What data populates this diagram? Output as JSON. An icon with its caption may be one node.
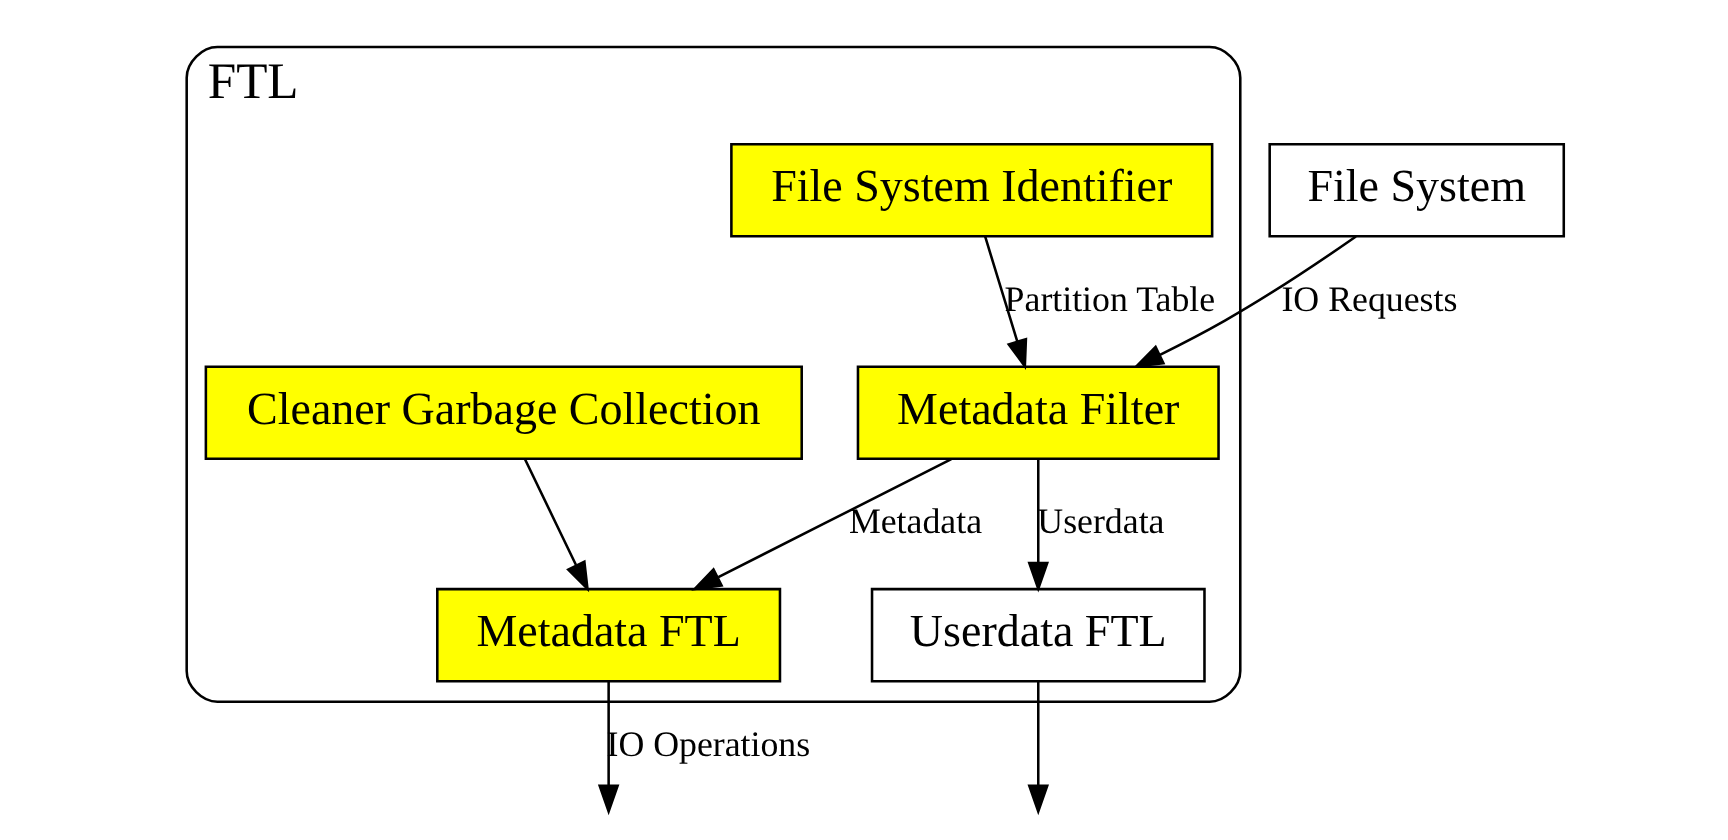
{
  "diagram": {
    "nodes": [
      {
        "text": [
          "FTL"
        ]
      },
      {
        "text": [
          "File System"
        ]
      },
      {
        "text": [
          "File System Identifier"
        ],
        "in": 0
      },
      {
        "text": [
          "Metadata Filter"
        ],
        "in": 0
      },
      {
        "text": [
          "Cleaner Garbage Collection"
        ],
        "in": 0
      },
      {
        "text": [
          "Metadata FTL"
        ],
        "in": 0
      },
      {
        "text": [
          "Userdata FTL"
        ],
        "in": 0
      }
    ],
    "edges": [
      {
        "from": 1,
        "to": 3,
        "arrow": "to",
        "label": "IO Requests"
      },
      {
        "from": 2,
        "to": 3,
        "arrow": "to",
        "label": "Partition Table"
      },
      {
        "from": 3,
        "to": 5,
        "arrow": "to",
        "label": "Metadata"
      },
      {
        "from": 3,
        "to": 6,
        "arrow": "to",
        "label": "Userdata"
      },
      {
        "from": 4,
        "to": 5,
        "arrow": "to"
      },
      {
        "from": 5,
        "to": null,
        "arrow": "to",
        "label": "IO Operations"
      },
      {
        "from": 6,
        "to": null,
        "arrow": "to"
      }
    ]
  }
}
